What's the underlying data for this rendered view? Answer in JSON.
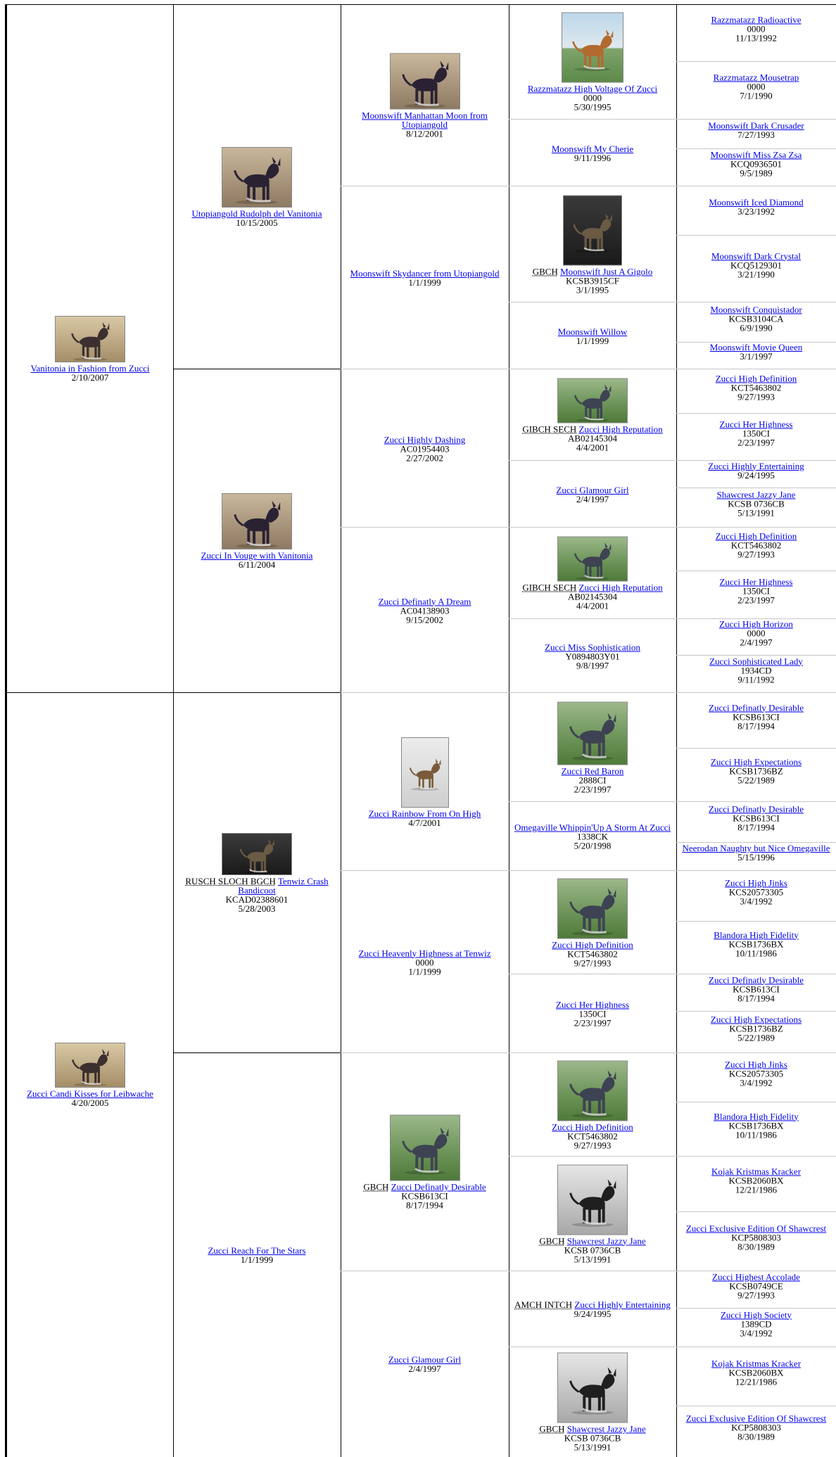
{
  "pedigree": [
    {
      "col": 1,
      "row": 0,
      "span": 16,
      "name": "Vanitonia in Fashion from Zucci",
      "lines": [
        "2/10/2007"
      ],
      "photo": "floor",
      "w": 100,
      "h": 66
    },
    {
      "col": 1,
      "row": 16,
      "span": 16,
      "name": "Zucci Candi Kisses for Leibwache",
      "lines": [
        "4/20/2005"
      ],
      "photo": "floor",
      "w": 100,
      "h": 64
    },
    {
      "col": 2,
      "row": 0,
      "span": 8,
      "name": "Utopiangold Rudolph del Vanitonia",
      "lines": [
        "10/15/2005"
      ],
      "photo": "indoor",
      "w": 100,
      "h": 86
    },
    {
      "col": 2,
      "row": 8,
      "span": 8,
      "name": "Zucci In Vouge with Vanitonia",
      "lines": [
        "6/11/2004"
      ],
      "photo": "indoor",
      "w": 100,
      "h": 80
    },
    {
      "col": 2,
      "row": 16,
      "span": 8,
      "title": "RUSCH SLOCH BGCH",
      "name": "Tenwiz Crash Bandicoot",
      "lines": [
        "KCAD02388601",
        "5/28/2003"
      ],
      "photo": "dark",
      "w": 100,
      "h": 60
    },
    {
      "col": 2,
      "row": 24,
      "span": 8,
      "name": "Zucci Reach For The Stars",
      "lines": [
        "1/1/1999"
      ]
    },
    {
      "col": 3,
      "row": 0,
      "span": 4,
      "name": "Moonswift Manhattan Moon from Utopiangold",
      "lines": [
        "8/12/2001"
      ],
      "photo": "indoor",
      "w": 100,
      "h": 80
    },
    {
      "col": 3,
      "row": 4,
      "span": 4,
      "name": "Moonswift Skydancer from Utopiangold",
      "lines": [
        "1/1/1999"
      ]
    },
    {
      "col": 3,
      "row": 8,
      "span": 4,
      "name": "Zucci Highly Dashing",
      "lines": [
        "AC01954403",
        "2/27/2002"
      ]
    },
    {
      "col": 3,
      "row": 12,
      "span": 4,
      "name": "Zucci Definatly A Dream",
      "lines": [
        "AC04138903",
        "9/15/2002"
      ]
    },
    {
      "col": 3,
      "row": 16,
      "span": 4,
      "name": "Zucci Rainbow From On High",
      "lines": [
        "4/7/2001"
      ],
      "photo": "studio",
      "w": 68,
      "h": 100
    },
    {
      "col": 3,
      "row": 20,
      "span": 4,
      "name": "Zucci Heavenly Highness at Tenwiz",
      "lines": [
        "0000",
        "1/1/1999"
      ]
    },
    {
      "col": 3,
      "row": 24,
      "span": 4,
      "title": "GBCH",
      "name": "Zucci Definatly Desirable",
      "lines": [
        "KCSB613CI",
        "8/17/1994"
      ],
      "photo": "grass",
      "w": 100,
      "h": 94
    },
    {
      "col": 3,
      "row": 28,
      "span": 4,
      "name": "Zucci Glamour Girl",
      "lines": [
        "2/4/1997"
      ]
    },
    {
      "col": 4,
      "row": 0,
      "span": 2,
      "name": "Razzmatazz High Voltage Of Zucci",
      "lines": [
        "0000",
        "5/30/1995"
      ],
      "photo": "sky",
      "w": 88,
      "h": 100
    },
    {
      "col": 4,
      "row": 2,
      "span": 2,
      "name": "Moonswift My Cherie",
      "lines": [
        "9/11/1996"
      ]
    },
    {
      "col": 4,
      "row": 4,
      "span": 2,
      "name": "Moonswift Just A Gigolo",
      "title": "GBCH",
      "lines": [
        "KCSB3915CF",
        "3/1/1995"
      ],
      "photo": "dark",
      "w": 84,
      "h": 100
    },
    {
      "col": 4,
      "row": 6,
      "span": 2,
      "name": "Moonswift Willow",
      "lines": [
        "1/1/1999"
      ]
    },
    {
      "col": 4,
      "row": 8,
      "span": 2,
      "title": "GIBCH SECH",
      "name": "Zucci High Reputation",
      "lines": [
        "AB02145304",
        "4/4/2001"
      ],
      "photo": "grass",
      "w": 100,
      "h": 64
    },
    {
      "col": 4,
      "row": 10,
      "span": 2,
      "name": "Zucci Glamour Girl",
      "lines": [
        "2/4/1997"
      ]
    },
    {
      "col": 4,
      "row": 12,
      "span": 2,
      "title": "GIBCH SECH",
      "name": "Zucci High Reputation",
      "lines": [
        "AB02145304",
        "4/4/2001"
      ],
      "photo": "grass",
      "w": 100,
      "h": 64
    },
    {
      "col": 4,
      "row": 14,
      "span": 2,
      "name": "Zucci Miss Sophistication",
      "lines": [
        "Y0894803Y01",
        "9/8/1997"
      ]
    },
    {
      "col": 4,
      "row": 16,
      "span": 2,
      "name": "Zucci Red Baron",
      "lines": [
        "2888CI",
        "2/23/1997"
      ],
      "photo": "grass",
      "w": 100,
      "h": 90
    },
    {
      "col": 4,
      "row": 18,
      "span": 2,
      "name": "Omegaville Whippin'Up A Storm At Zucci",
      "lines": [
        "1338CK",
        "5/20/1998"
      ]
    },
    {
      "col": 4,
      "row": 20,
      "span": 2,
      "name": "Zucci High Definition",
      "lines": [
        "KCT5463802",
        "9/27/1993"
      ],
      "photo": "grass",
      "w": 100,
      "h": 86
    },
    {
      "col": 4,
      "row": 22,
      "span": 2,
      "name": "Zucci Her Highness",
      "lines": [
        "1350CI",
        "2/23/1997"
      ]
    },
    {
      "col": 4,
      "row": 24,
      "span": 2,
      "name": "Zucci High Definition",
      "lines": [
        "KCT5463802",
        "9/27/1993"
      ],
      "photo": "grass",
      "w": 100,
      "h": 86
    },
    {
      "col": 4,
      "row": 26,
      "span": 2,
      "title": "GBCH",
      "name": "Shawcrest Jazzy Jane",
      "lines": [
        "KCSB 0736CB",
        "5/13/1991"
      ],
      "photo": "bw",
      "w": 100,
      "h": 100
    },
    {
      "col": 4,
      "row": 28,
      "span": 2,
      "title": "AMCH INTCH",
      "name": "Zucci Highly Entertaining",
      "lines": [
        "9/24/1995"
      ]
    },
    {
      "col": 4,
      "row": 30,
      "span": 2,
      "title": "GBCH",
      "name": "Shawcrest Jazzy Jane",
      "lines": [
        "KCSB 0736CB",
        "5/13/1991"
      ],
      "photo": "bw",
      "w": 100,
      "h": 100
    },
    {
      "col": 5,
      "row": 0,
      "span": 1,
      "name": "Razzmatazz Radioactive",
      "lines": [
        "0000",
        "11/13/1992"
      ]
    },
    {
      "col": 5,
      "row": 1,
      "span": 1,
      "name": "Razzmatazz Mousetrap",
      "lines": [
        "0000",
        "7/1/1990"
      ]
    },
    {
      "col": 5,
      "row": 2,
      "span": 1,
      "name": "Moonswift Dark Crusader",
      "lines": [
        "7/27/1993"
      ]
    },
    {
      "col": 5,
      "row": 3,
      "span": 1,
      "name": "Moonswift Miss Zsa Zsa",
      "lines": [
        "KCQ0936501",
        "9/5/1989"
      ]
    },
    {
      "col": 5,
      "row": 4,
      "span": 1,
      "name": "Moonswift Iced Diamond",
      "lines": [
        "3/23/1992"
      ]
    },
    {
      "col": 5,
      "row": 5,
      "span": 1,
      "name": "Moonswift Dark Crystal",
      "lines": [
        "KCQ5129301",
        "3/21/1990"
      ]
    },
    {
      "col": 5,
      "row": 6,
      "span": 1,
      "name": "Moonswift Conquistador",
      "lines": [
        "KCSB3104CA",
        "6/9/1990"
      ]
    },
    {
      "col": 5,
      "row": 7,
      "span": 1,
      "name": "Moonswift Movie Queen",
      "lines": [
        "3/1/1997"
      ]
    },
    {
      "col": 5,
      "row": 8,
      "span": 1,
      "name": "Zucci High Definition",
      "lines": [
        "KCT5463802",
        "9/27/1993"
      ]
    },
    {
      "col": 5,
      "row": 9,
      "span": 1,
      "name": "Zucci Her Highness",
      "lines": [
        "1350CI",
        "2/23/1997"
      ]
    },
    {
      "col": 5,
      "row": 10,
      "span": 1,
      "name": "Zucci Highly Entertaining",
      "lines": [
        "9/24/1995"
      ]
    },
    {
      "col": 5,
      "row": 11,
      "span": 1,
      "name": "Shawcrest Jazzy Jane",
      "lines": [
        "KCSB 0736CB",
        "5/13/1991"
      ]
    },
    {
      "col": 5,
      "row": 12,
      "span": 1,
      "name": "Zucci High Definition",
      "lines": [
        "KCT5463802",
        "9/27/1993"
      ]
    },
    {
      "col": 5,
      "row": 13,
      "span": 1,
      "name": "Zucci Her Highness",
      "lines": [
        "1350CI",
        "2/23/1997"
      ]
    },
    {
      "col": 5,
      "row": 14,
      "span": 1,
      "name": "Zucci High Horizon",
      "lines": [
        "0000",
        "2/4/1997"
      ]
    },
    {
      "col": 5,
      "row": 15,
      "span": 1,
      "name": "Zucci Sophisticated Lady",
      "lines": [
        "1934CD",
        "9/11/1992"
      ]
    },
    {
      "col": 5,
      "row": 16,
      "span": 1,
      "name": "Zucci Definatly Desirable",
      "lines": [
        "KCSB613CI",
        "8/17/1994"
      ]
    },
    {
      "col": 5,
      "row": 17,
      "span": 1,
      "name": "Zucci High Expectations",
      "lines": [
        "KCSB1736BZ",
        "5/22/1989"
      ]
    },
    {
      "col": 5,
      "row": 18,
      "span": 1,
      "name": "Zucci Definatly Desirable",
      "lines": [
        "KCSB613CI",
        "8/17/1994"
      ]
    },
    {
      "col": 5,
      "row": 19,
      "span": 1,
      "name": "Neerodan Naughty but Nice Omegaville",
      "lines": [
        "5/15/1996"
      ]
    },
    {
      "col": 5,
      "row": 20,
      "span": 1,
      "name": "Zucci High Jinks",
      "lines": [
        "KCS20573305",
        "3/4/1992"
      ]
    },
    {
      "col": 5,
      "row": 21,
      "span": 1,
      "name": "Blandora High Fidelity",
      "lines": [
        "KCSB1736BX",
        "10/11/1986"
      ]
    },
    {
      "col": 5,
      "row": 22,
      "span": 1,
      "name": "Zucci Definatly Desirable",
      "lines": [
        "KCSB613CI",
        "8/17/1994"
      ]
    },
    {
      "col": 5,
      "row": 23,
      "span": 1,
      "name": "Zucci High Expectations",
      "lines": [
        "KCSB1736BZ",
        "5/22/1989"
      ]
    },
    {
      "col": 5,
      "row": 24,
      "span": 1,
      "name": "Zucci High Jinks",
      "lines": [
        "KCS20573305",
        "3/4/1992"
      ]
    },
    {
      "col": 5,
      "row": 25,
      "span": 1,
      "name": "Blandora High Fidelity",
      "lines": [
        "KCSB1736BX",
        "10/11/1986"
      ]
    },
    {
      "col": 5,
      "row": 26,
      "span": 1,
      "name": "Kojak Kristmas Kracker",
      "lines": [
        "KCSB2060BX",
        "12/21/1986"
      ]
    },
    {
      "col": 5,
      "row": 27,
      "span": 1,
      "name": "Zucci Exclusive Edition Of Shawcrest",
      "lines": [
        "KCP5808303",
        "8/30/1989"
      ]
    },
    {
      "col": 5,
      "row": 28,
      "span": 1,
      "name": "Zucci Highest Accolade",
      "lines": [
        "KCSB0749CE",
        "9/27/1993"
      ]
    },
    {
      "col": 5,
      "row": 29,
      "span": 1,
      "name": "Zucci High Society",
      "lines": [
        "1389CD",
        "3/4/1992"
      ]
    },
    {
      "col": 5,
      "row": 30,
      "span": 1,
      "name": "Kojak Kristmas Kracker",
      "lines": [
        "KCSB2060BX",
        "12/21/1986"
      ]
    },
    {
      "col": 5,
      "row": 31,
      "span": 1,
      "name": "Zucci Exclusive Edition Of Shawcrest",
      "lines": [
        "KCP5808303",
        "8/30/1989"
      ]
    }
  ]
}
